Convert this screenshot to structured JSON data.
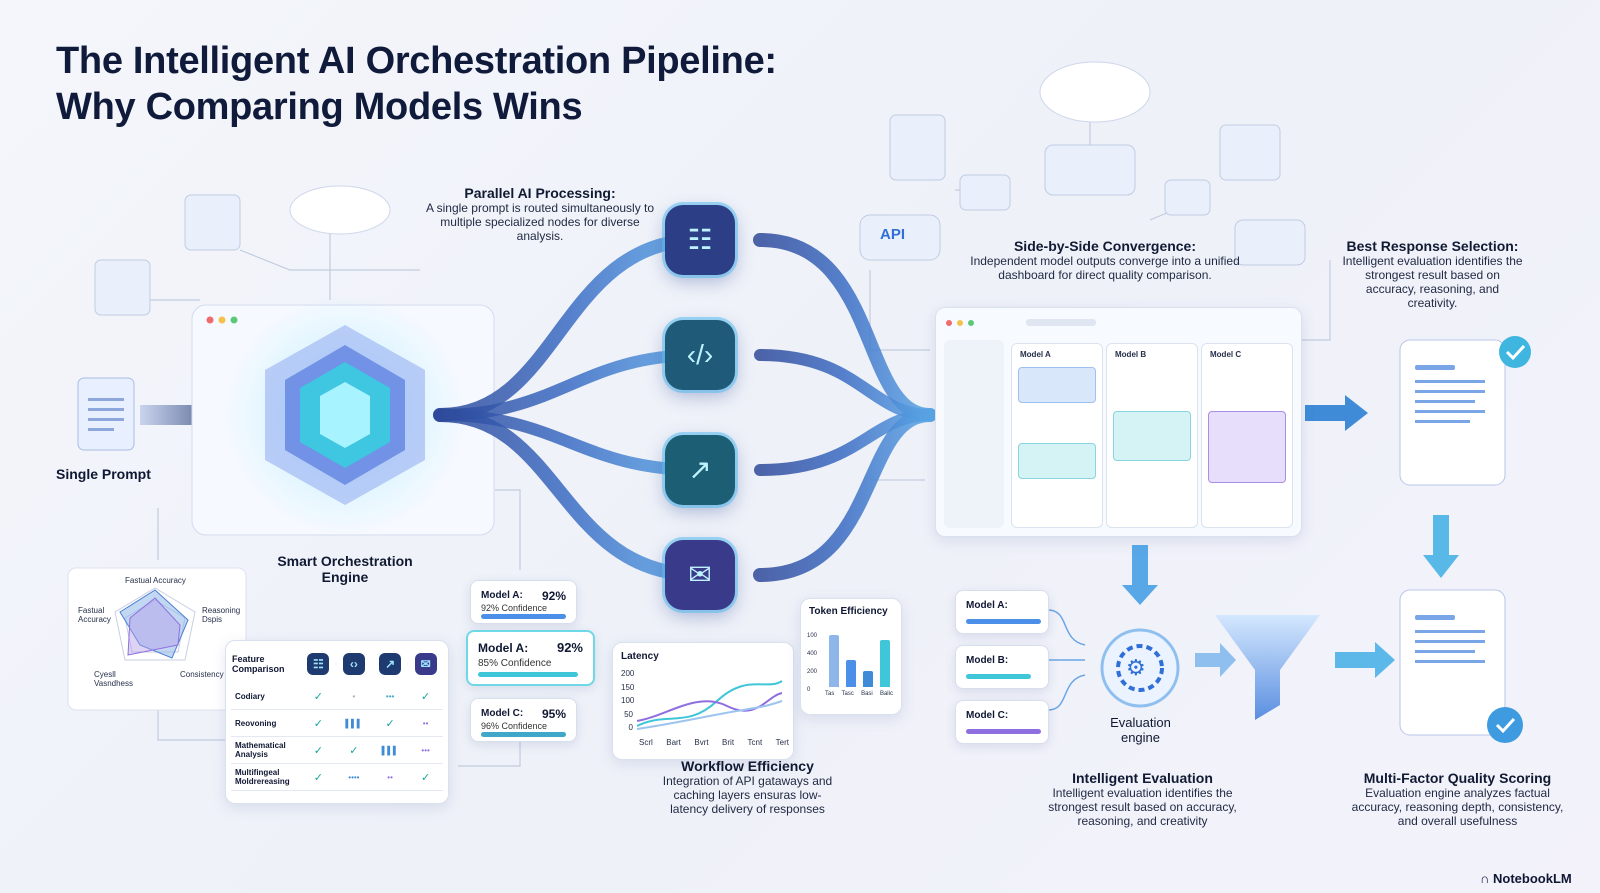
{
  "title_line1": "The Intelligent AI Orchestration Pipeline:",
  "title_line2": "Why Comparing Models Wins",
  "single_prompt": "Single Prompt",
  "engine_label": "Smart Orchestration Engine",
  "parallel": {
    "heading": "Parallel AI Processing:",
    "text": "A single prompt is routed simultaneously to multiple specialized nodes for diverse analysis."
  },
  "convergence": {
    "heading": "Side-by-Side Convergence:",
    "text": "Independent model outputs converge into a unified dashboard for direct quality comparison."
  },
  "best": {
    "heading": "Best Response Selection:",
    "text": "Intelligent evaluation identifies the strongest result based on accuracy, reasoning, and creativity."
  },
  "api_label": "API",
  "radar": {
    "top": "Fastual Accuracy",
    "left": "Fastual Accuracy",
    "right": "Reasoning Dspis",
    "bottom_right": "Consistency",
    "bottom_left": "Cyesll Vasndhess"
  },
  "feature_table": {
    "header": "Feature Comparison",
    "rows": [
      "Codiary",
      "Reovoning",
      "Mathematical Analysis",
      "Multifingeal Moldrereasing"
    ]
  },
  "model_cards": [
    {
      "name": "Model A:",
      "pct": "92%",
      "conf": "92% Confidence"
    },
    {
      "name": "Model A:",
      "pct": "92%",
      "conf": "85% Confidence"
    },
    {
      "name": "Model C:",
      "pct": "95%",
      "conf": "96% Confidence"
    }
  ],
  "latency": {
    "title": "Latency",
    "yticks": [
      "200",
      "150",
      "100",
      "50",
      "0"
    ],
    "xticks": [
      "Scrl",
      "Bart",
      "Bvrt",
      "Brit",
      "Tcnt",
      "Tert"
    ]
  },
  "token": {
    "title": "Token Efficiency",
    "yticks": [
      "100",
      "400",
      "200",
      "0"
    ],
    "xticks": [
      "Tas",
      "Tasc",
      "Basi",
      "Balic"
    ],
    "bars": [
      0.95,
      0.5,
      0.3,
      0.85
    ]
  },
  "workflow": {
    "heading": "Workflow Efficiency",
    "text": "Integration of API gataways and caching layers ensuras low-latency delivery of responses"
  },
  "dashboard": {
    "cols": [
      "Model A",
      "Model B",
      "Model C"
    ]
  },
  "eval_models": [
    "Model A:",
    "Model B:",
    "Model C:"
  ],
  "eval_engine": "Evaluation engine",
  "intelligent": {
    "heading": "Intelligent Evaluation",
    "text": "Intelligent evaluation identifies the strongest result based on accuracy, reasoning, and creativity"
  },
  "multifactor": {
    "heading": "Multi-Factor Quality Scoring",
    "text": "Evaluation engine analyzes factual accuracy, reasoning depth, consistency, and overall usefulness"
  },
  "brand": "NotebookLM",
  "colors": {
    "navy": "#101a3a",
    "teal": "#3fc6d8",
    "purple": "#8f6fe0",
    "blue": "#4c8fe8"
  }
}
